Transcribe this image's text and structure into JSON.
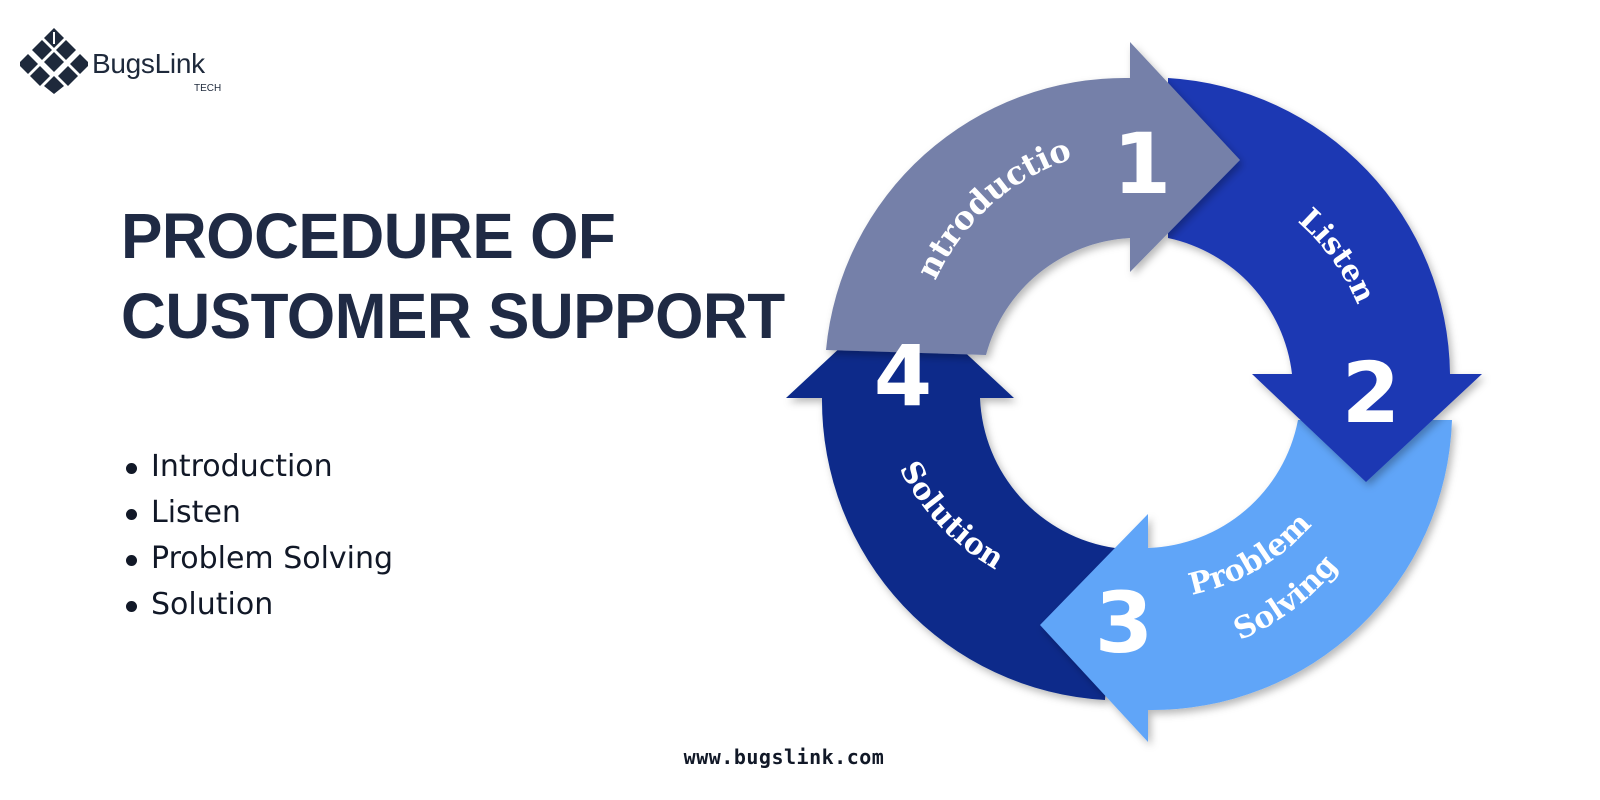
{
  "brand": {
    "name": "BugsLink",
    "sub": "TECH",
    "logo_icon": "bug-logo-icon",
    "color": "#1e293b"
  },
  "title": {
    "line1": "PROCEDURE OF",
    "line2": "CUSTOMER SUPPORT",
    "color": "#1f2a44"
  },
  "bullets": [
    {
      "label": "Introduction"
    },
    {
      "label": "Listen"
    },
    {
      "label": "Problem Solving"
    },
    {
      "label": "Solution"
    }
  ],
  "cycle": {
    "steps": [
      {
        "number": "1",
        "label": "Introduction",
        "color": "#7480a9"
      },
      {
        "number": "2",
        "label": "Listen",
        "color": "#1f37b3"
      },
      {
        "number": "3",
        "label_line1": "Problem",
        "label_line2": "Solving",
        "color": "#60a5f8"
      },
      {
        "number": "4",
        "label": "Solution",
        "color": "#082b8a"
      }
    ]
  },
  "footer": {
    "url": "www.bugslink.com"
  }
}
